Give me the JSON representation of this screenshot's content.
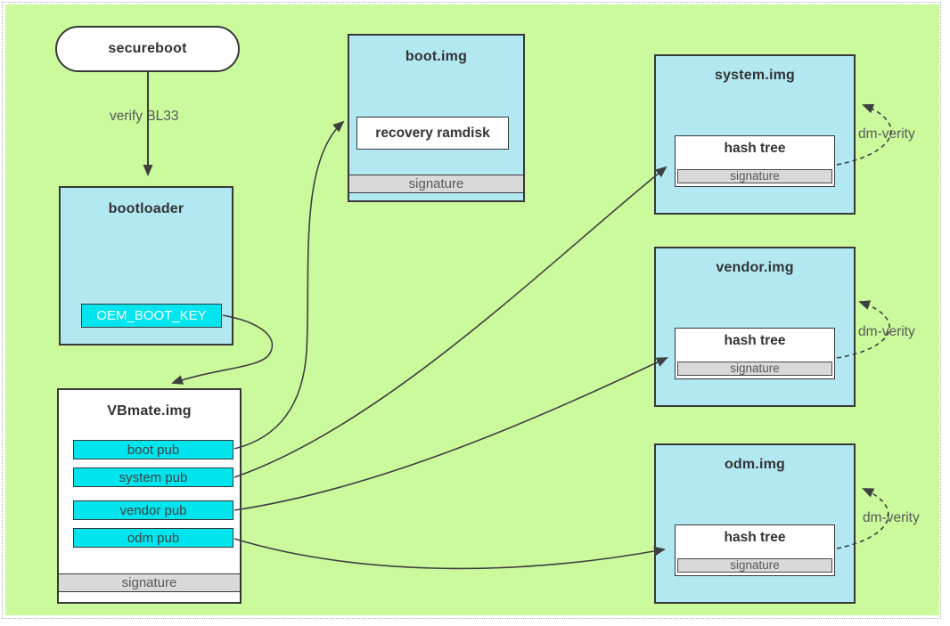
{
  "colors": {
    "background_green": "#cbfa9d",
    "box_blue": "#b1e8f2",
    "key_cyan": "#00e5ee",
    "signature_gray": "#d9d9d9",
    "border_dark": "#383838",
    "arrow": "#3f3f3f"
  },
  "nodes": {
    "secureboot": {
      "label": "secureboot"
    },
    "verify_arrow_label": "verify BL33",
    "bootloader": {
      "title": "bootloader",
      "key_label": "OEM_BOOT_KEY"
    },
    "vbmate": {
      "title": "VBmate.img",
      "pub_keys": [
        "boot pub",
        "system pub",
        "vendor pub",
        "odm pub"
      ],
      "signature_label": "signature"
    },
    "boot_img": {
      "title": "boot.img",
      "ramdisk_label": "recovery ramdisk",
      "signature_label": "signature"
    },
    "partitions": [
      {
        "title": "system.img",
        "hash_label": "hash tree",
        "signature_label": "signature",
        "loop_label": "dm-verity"
      },
      {
        "title": "vendor.img",
        "hash_label": "hash tree",
        "signature_label": "signature",
        "loop_label": "dm-verity"
      },
      {
        "title": "odm.img",
        "hash_label": "hash tree",
        "signature_label": "signature",
        "loop_label": "dm-verity"
      }
    ]
  }
}
